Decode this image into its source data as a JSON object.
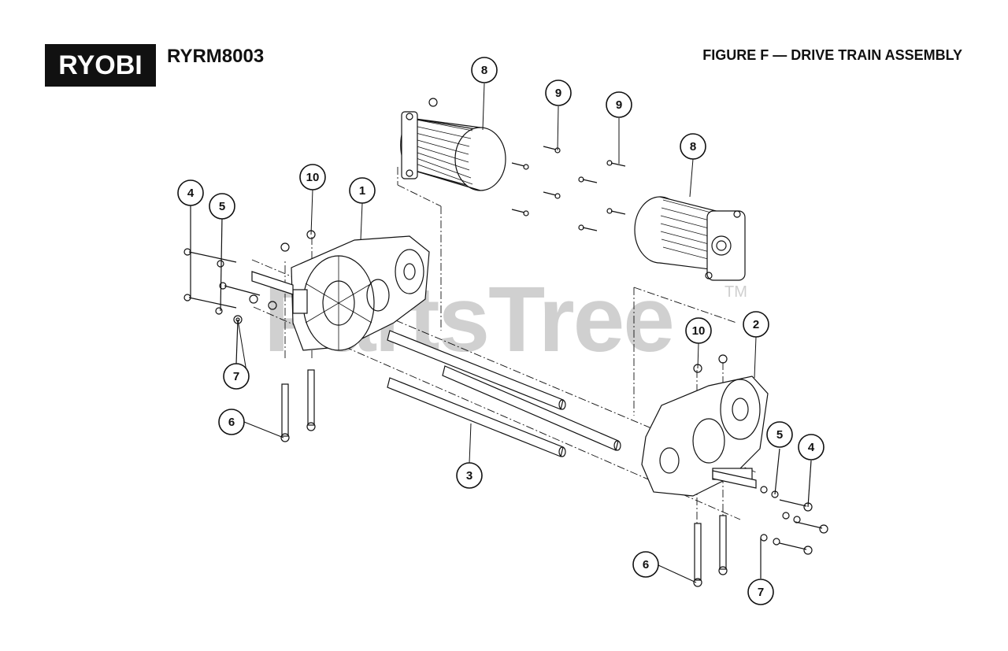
{
  "header": {
    "logo_text": "RYOBI",
    "model": "RYRM8003",
    "figure_title": "FIGURE F — DRIVE TRAIN ASSEMBLY"
  },
  "watermark": {
    "text": "PartsTree",
    "tm": "TM"
  },
  "callouts": [
    {
      "id": "c-1",
      "label": "1"
    },
    {
      "id": "c-2",
      "label": "2"
    },
    {
      "id": "c-3",
      "label": "3"
    },
    {
      "id": "c-4-left",
      "label": "4"
    },
    {
      "id": "c-4-right",
      "label": "4"
    },
    {
      "id": "c-5-left",
      "label": "5"
    },
    {
      "id": "c-5-right",
      "label": "5"
    },
    {
      "id": "c-6-left",
      "label": "6"
    },
    {
      "id": "c-6-right",
      "label": "6"
    },
    {
      "id": "c-7-left",
      "label": "7"
    },
    {
      "id": "c-7-right",
      "label": "7"
    },
    {
      "id": "c-8-left",
      "label": "8"
    },
    {
      "id": "c-8-right",
      "label": "8"
    },
    {
      "id": "c-9-left",
      "label": "9"
    },
    {
      "id": "c-9-right",
      "label": "9"
    },
    {
      "id": "c-10-left",
      "label": "10"
    },
    {
      "id": "c-10-right",
      "label": "10"
    }
  ],
  "colors": {
    "ink": "#111111",
    "watermark": "#d0d0d0",
    "background": "#ffffff"
  }
}
